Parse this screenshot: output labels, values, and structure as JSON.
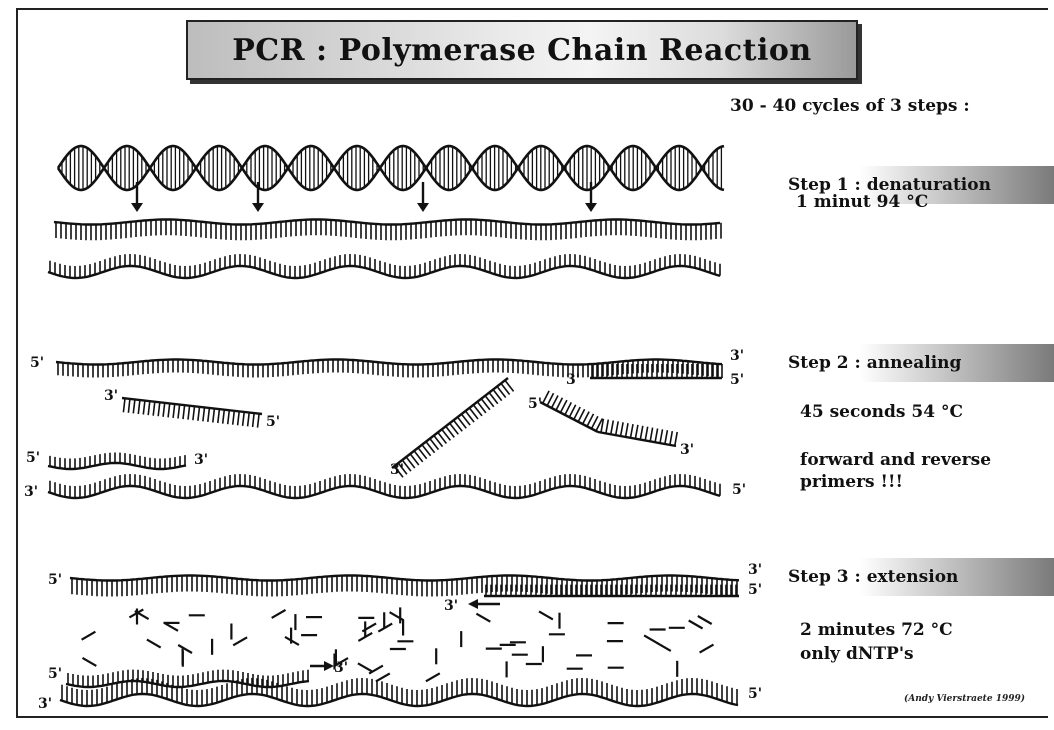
{
  "title": "PCR : Polymerase Chain Reaction",
  "cycles": "30 - 40 cycles of 3 steps :",
  "steps": [
    {
      "label": "Step 1 : denaturation",
      "details": [
        "1 minut 94 °C"
      ]
    },
    {
      "label": "Step 2 : annealing",
      "details": [
        "45 seconds 54 °C",
        "forward and reverse",
        "primers !!!"
      ]
    },
    {
      "label": "Step 3 : extension",
      "details": [
        "2 minutes 72 °C",
        "only dNTP's"
      ]
    }
  ],
  "strand_labels": {
    "five_prime": "5'",
    "three_prime": "3'"
  },
  "credit": "(Andy Vierstraete 1999)"
}
